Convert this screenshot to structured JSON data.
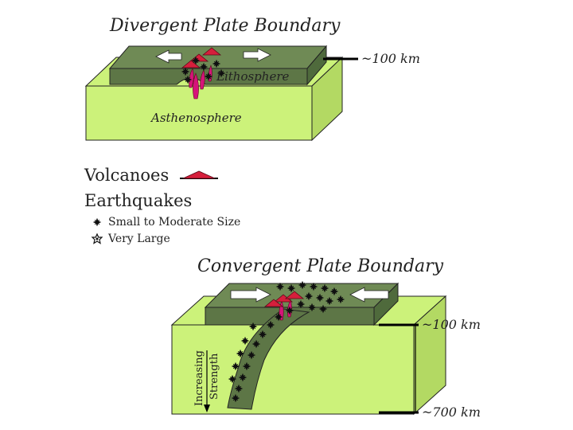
{
  "divergent": {
    "title": "Divergent Plate Boundary",
    "depth_label": "~100 km",
    "lithosphere_label": "Lithosphere",
    "asthenosphere_label": "Asthenosphere"
  },
  "legend": {
    "volcanoes_label": "Volcanoes",
    "earthquakes_label": "Earthquakes",
    "small_label": "Small to Moderate Size",
    "large_label": "Very Large"
  },
  "convergent": {
    "title": "Convergent Plate Boundary",
    "depth_100_label": "~100 km",
    "depth_700_label": "~700 km",
    "increasing_label": "Increasing",
    "strength_label": "Strength"
  },
  "colors": {
    "asthenosphere": "#ccf27a",
    "asthenosphere_side": "#b3d963",
    "lithosphere": "#6f8a55",
    "lithosphere_side": "#5d7646",
    "magma": "#d6147a",
    "volcano": "#d61f3c"
  }
}
